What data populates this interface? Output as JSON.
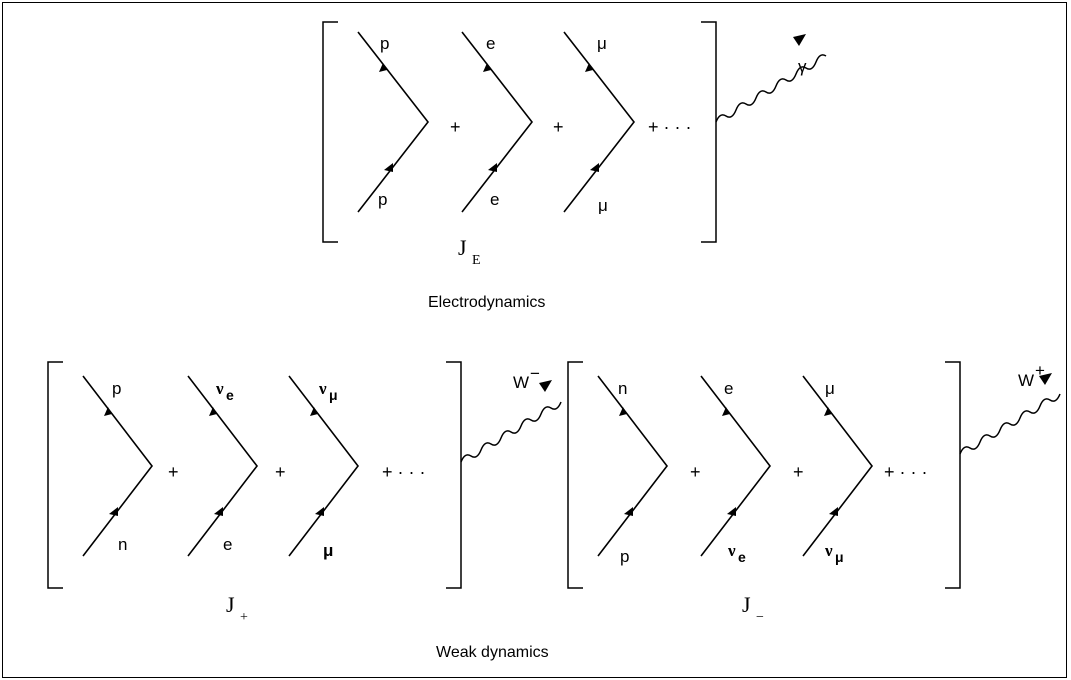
{
  "electro": {
    "vertices": [
      {
        "top": "p",
        "bottom": "p"
      },
      {
        "top": "e",
        "bottom": "e"
      },
      {
        "top": "μ",
        "bottom": "μ"
      }
    ],
    "plus": "+",
    "ellipsis": "+ · · ·",
    "boson": "γ",
    "current": "J",
    "current_sub": "E",
    "caption": "Electrodynamics"
  },
  "weak_plus": {
    "vertices": [
      {
        "top": "p",
        "bottom": "n"
      },
      {
        "top": "ν",
        "top_sub": "e",
        "bottom": "e"
      },
      {
        "top": "ν",
        "top_sub": "μ",
        "bottom": "μ"
      }
    ],
    "plus": "+",
    "ellipsis": "+ · · ·",
    "boson": "W",
    "boson_sup": "−",
    "current": "J",
    "current_sub": "+"
  },
  "weak_minus": {
    "vertices": [
      {
        "top": "n",
        "bottom": "p"
      },
      {
        "top": "e",
        "bottom": "ν",
        "bottom_sub": "e"
      },
      {
        "top": "μ",
        "bottom": "ν",
        "bottom_sub": "μ"
      }
    ],
    "plus": "+",
    "ellipsis": "+ · · ·",
    "boson": "W",
    "boson_sup": "+",
    "current": "J",
    "current_sub": "−"
  },
  "weak_caption": "Weak dynamics"
}
